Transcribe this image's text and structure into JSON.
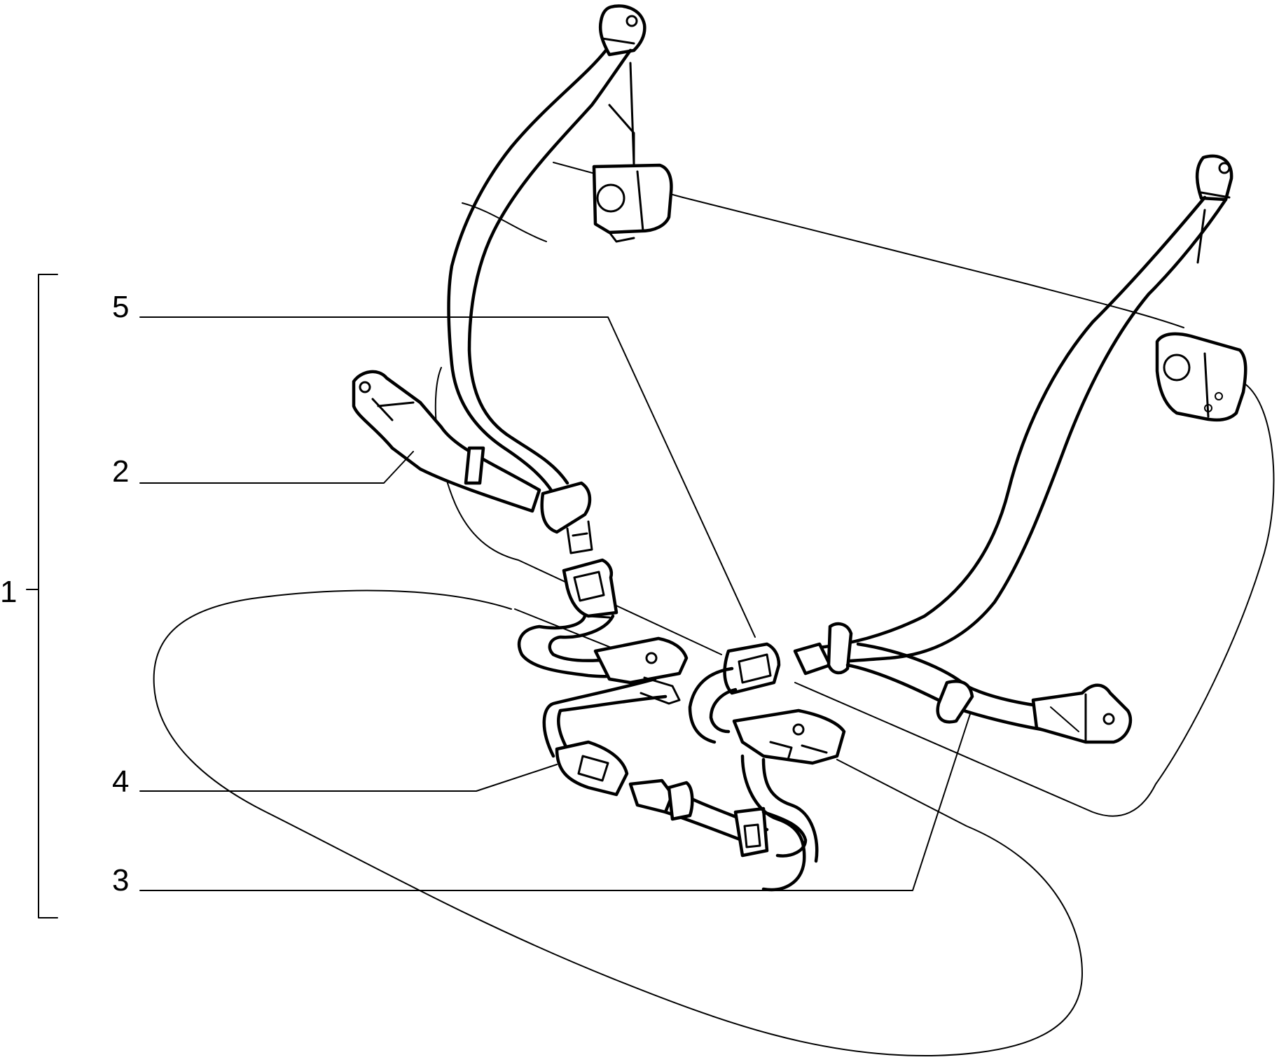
{
  "diagram": {
    "callouts": {
      "c1": "1",
      "c2": "2",
      "c3": "3",
      "c4": "4",
      "c5": "5"
    },
    "colors": {
      "line": "#000000",
      "background": "#ffffff"
    }
  }
}
